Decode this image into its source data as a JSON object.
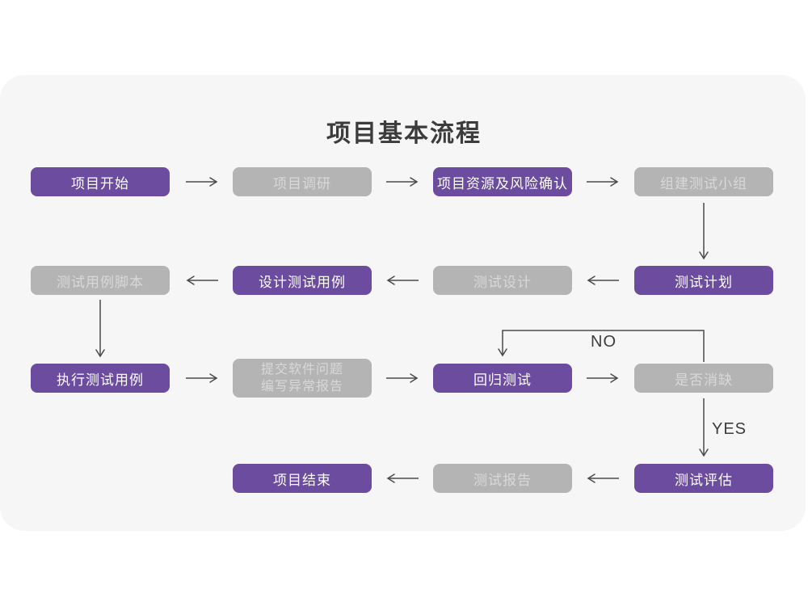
{
  "title": "项目基本流程",
  "edge_labels": {
    "no": "NO",
    "yes": "YES"
  },
  "colors": {
    "node_purple": "#6b4c9e",
    "node_gray": "#b4b4b4",
    "gray_node_text": "#d8d8d8",
    "purple_node_text": "#ffffff",
    "card_background": "#f6f6f7",
    "page_background": "#ffffff",
    "arrow": "#4a4a4a",
    "title_text": "#3c3c3c"
  },
  "nodes": {
    "project_start": {
      "label": "项目开始",
      "variant": "purple"
    },
    "project_research": {
      "label": "项目调研",
      "variant": "gray"
    },
    "resource_risk_confirm": {
      "label": "项目资源及风险确认",
      "variant": "purple"
    },
    "build_test_team": {
      "label": "组建测试小组",
      "variant": "gray"
    },
    "test_case_script": {
      "label": "测试用例脚本",
      "variant": "gray"
    },
    "design_test_case": {
      "label": "设计测试用例",
      "variant": "purple"
    },
    "test_design": {
      "label": "测试设计",
      "variant": "gray"
    },
    "test_plan": {
      "label": "测试计划",
      "variant": "purple"
    },
    "execute_test_case": {
      "label": "执行测试用例",
      "variant": "purple"
    },
    "submit_issue_report": {
      "label_line1": "提交软件问题",
      "label_line2": "编写异常报告",
      "variant": "gray"
    },
    "regression_test": {
      "label": "回归测试",
      "variant": "purple"
    },
    "defect_cleared": {
      "label": "是否消缺",
      "variant": "gray"
    },
    "project_end": {
      "label": "项目结束",
      "variant": "purple"
    },
    "test_report": {
      "label": "测试报告",
      "variant": "gray"
    },
    "test_evaluate": {
      "label": "测试评估",
      "variant": "purple"
    }
  },
  "edges": [
    {
      "from": "project_start",
      "to": "project_research"
    },
    {
      "from": "project_research",
      "to": "resource_risk_confirm"
    },
    {
      "from": "resource_risk_confirm",
      "to": "build_test_team"
    },
    {
      "from": "build_test_team",
      "to": "test_plan"
    },
    {
      "from": "test_plan",
      "to": "test_design"
    },
    {
      "from": "test_design",
      "to": "design_test_case"
    },
    {
      "from": "design_test_case",
      "to": "test_case_script"
    },
    {
      "from": "test_case_script",
      "to": "execute_test_case"
    },
    {
      "from": "execute_test_case",
      "to": "submit_issue_report"
    },
    {
      "from": "submit_issue_report",
      "to": "regression_test"
    },
    {
      "from": "regression_test",
      "to": "defect_cleared"
    },
    {
      "from": "defect_cleared",
      "to": "regression_test",
      "label": "NO"
    },
    {
      "from": "defect_cleared",
      "to": "test_evaluate",
      "label": "YES"
    },
    {
      "from": "test_evaluate",
      "to": "test_report"
    },
    {
      "from": "test_report",
      "to": "project_end"
    }
  ]
}
